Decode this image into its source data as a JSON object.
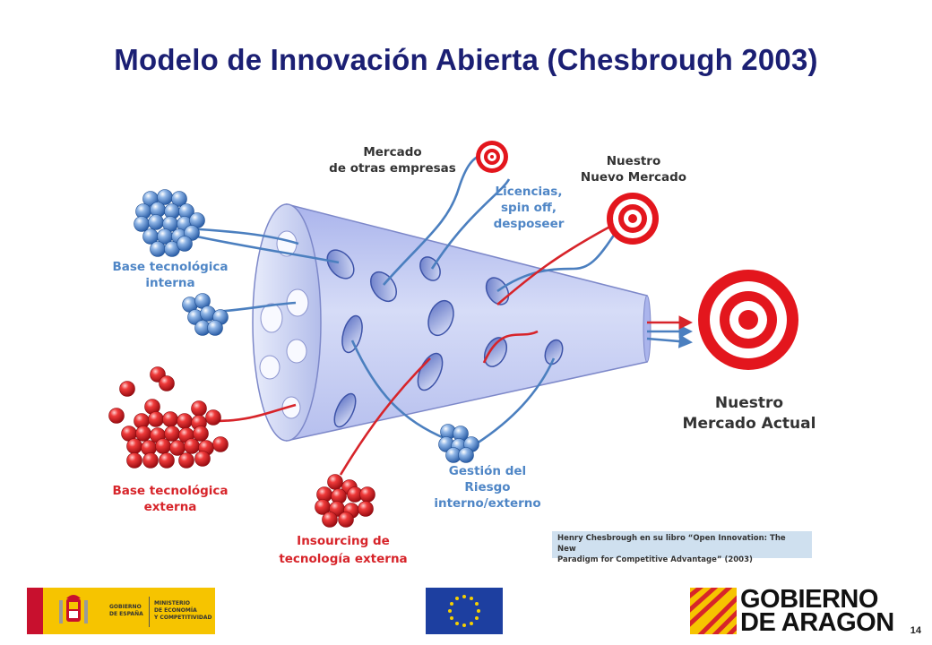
{
  "title": "Modelo de Innovación Abierta (Chesbrough 2003)",
  "labels": {
    "mercado_otras_1": "Mercado",
    "mercado_otras_2": "de otras empresas",
    "licencias_1": "Licencias,",
    "licencias_2": "spin off,",
    "licencias_3": "desposeer",
    "nuevo_mercado_1": "Nuestro",
    "nuevo_mercado_2": "Nuevo Mercado",
    "base_interna_1": "Base tecnológica",
    "base_interna_2": "interna",
    "base_externa_1": "Base tecnológica",
    "base_externa_2": "externa",
    "insourcing_1": "Insourcing de",
    "insourcing_2": "tecnología externa",
    "gestion_1": "Gestión del",
    "gestion_2": "Riesgo",
    "gestion_3": "interno/externo",
    "mercado_actual_1": "Nuestro",
    "mercado_actual_2": "Mercado Actual"
  },
  "citation_1": "Henry Chesbrough en su libro “Open Innovation: The New",
  "citation_2": "Paradigm for Competitive Advantage” (2003)",
  "page_number": "14",
  "logos": {
    "spain_1": "GOBIERNO",
    "spain_2": "DE ESPAÑA",
    "ministry_1": "MINISTERIO",
    "ministry_2": "DE ECONOMÍA",
    "ministry_3": "Y COMPETITIVIDAD",
    "aragon_1": "GOBIERNO",
    "aragon_2": "DE ARAGON"
  },
  "colors": {
    "title": "#1b1f73",
    "blue_label": "#4f86c6",
    "red_label": "#d7242a",
    "funnel": "#c6cdf2",
    "target_red": "#e3161d"
  },
  "icons": [
    "eu-flag-icon",
    "spain-coat-of-arms-icon",
    "aragon-flag-icon",
    "target-icon"
  ]
}
